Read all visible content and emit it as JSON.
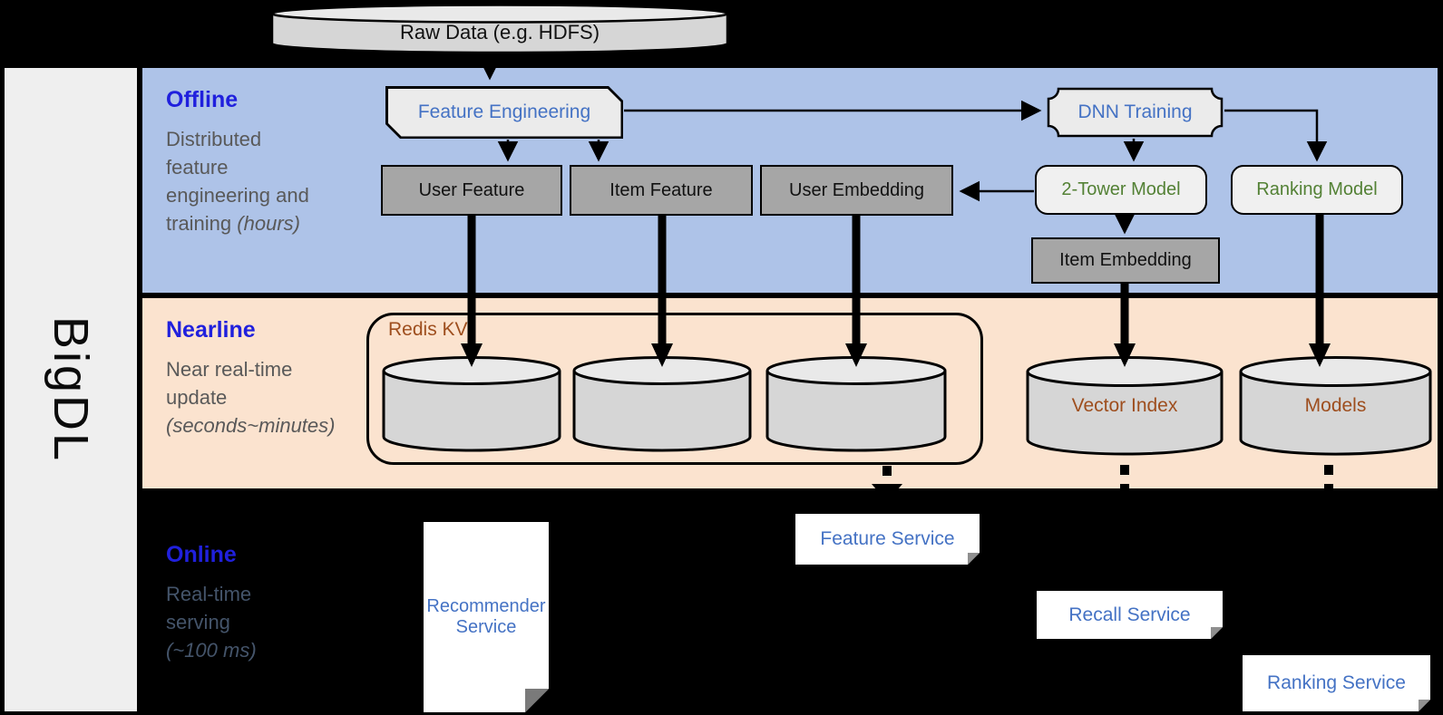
{
  "brand": {
    "label": "BigDL"
  },
  "source": {
    "label": "Raw Data (e.g. HDFS)"
  },
  "lanes": {
    "offline": {
      "title": "Offline",
      "desc_l1": "Distributed",
      "desc_l2": "feature",
      "desc_l3": "engineering and",
      "desc_l4": "training ",
      "desc_l4_em": "(hours)"
    },
    "nearline": {
      "title": "Nearline",
      "desc_l1": "Near real-time",
      "desc_l2": "update",
      "desc_l3_em": "(seconds~minutes)"
    },
    "online": {
      "title": "Online",
      "desc_l1": "Real-time",
      "desc_l2": "serving",
      "desc_l3_em": "(~100 ms)"
    }
  },
  "nodes": {
    "feature_engineering": {
      "label": "Feature Engineering"
    },
    "dnn_training": {
      "label": "DNN Training"
    },
    "user_feature": {
      "label": "User Feature"
    },
    "item_feature": {
      "label": "Item Feature"
    },
    "user_embedding": {
      "label": "User Embedding"
    },
    "two_tower_model": {
      "label": "2-Tower Model"
    },
    "ranking_model": {
      "label": "Ranking Model"
    },
    "item_embedding": {
      "label": "Item Embedding"
    },
    "redis_kv": {
      "label": "Redis KV"
    },
    "vector_index": {
      "label": "Vector Index"
    },
    "models": {
      "label": "Models"
    },
    "recommender_service": {
      "label": "Recommender Service"
    },
    "feature_service": {
      "label": "Feature Service"
    },
    "recall_service": {
      "label": "Recall Service"
    },
    "ranking_service": {
      "label": "Ranking Service"
    }
  },
  "colors": {
    "offline_band": "#aec3e8",
    "nearline_band": "#fbe3cf",
    "online_band": "#000000",
    "lane_title_blue": "#2020dd",
    "lane_desc_gray": "#595959",
    "online_desc_slate": "#44546a",
    "node_blue_text": "#4472c4",
    "node_green_text": "#538135",
    "storage_brown_text": "#9e4e1e",
    "gray_node_fill": "#a6a6a6",
    "light_node_fill": "#ebebeb",
    "cylinder_fill": "#d6d6d6",
    "sidebar_fill": "#efefef"
  }
}
